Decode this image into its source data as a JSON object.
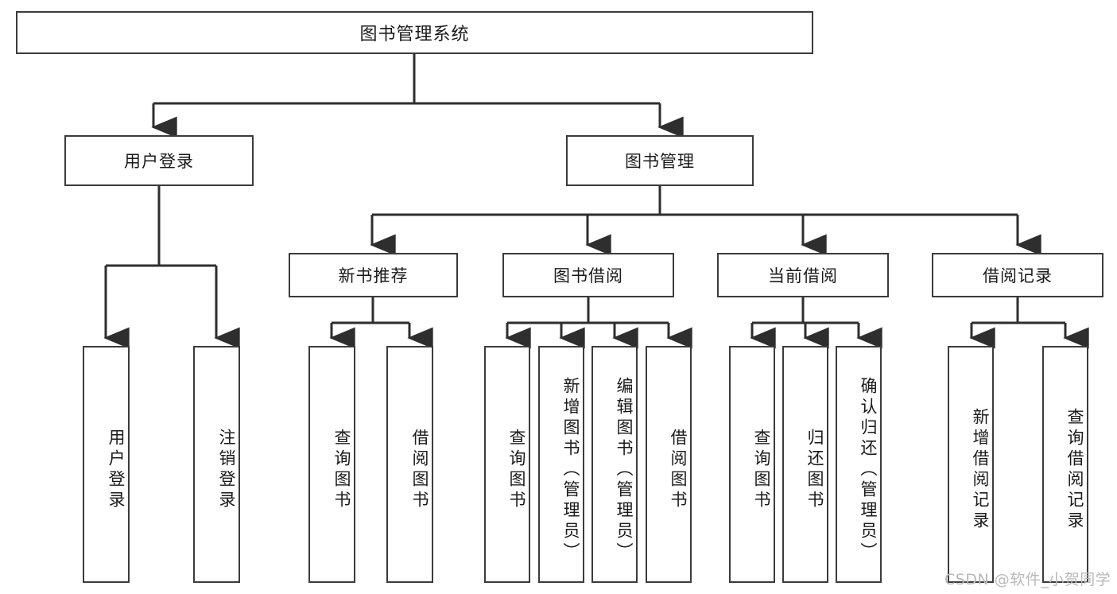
{
  "diagram": {
    "title": "图书管理系统",
    "type": "tree-hierarchy-diagram",
    "root": {
      "id": "root",
      "label": "图书管理系统"
    },
    "level2": [
      {
        "id": "user-login",
        "label": "用户登录"
      },
      {
        "id": "book-manage",
        "label": "图书管理"
      }
    ],
    "level3": [
      {
        "id": "new-book-recommend",
        "label": "新书推荐",
        "parent": "book-manage"
      },
      {
        "id": "book-borrow",
        "label": "图书借阅",
        "parent": "book-manage"
      },
      {
        "id": "current-borrow",
        "label": "当前借阅",
        "parent": "book-manage"
      },
      {
        "id": "borrow-record",
        "label": "借阅记录",
        "parent": "book-manage"
      }
    ],
    "leaves": [
      {
        "id": "leaf-user-login",
        "label": "用户登录",
        "parent": "user-login"
      },
      {
        "id": "leaf-logout-login",
        "label": "注销登录",
        "parent": "user-login"
      },
      {
        "id": "leaf-query-book-1",
        "label": "查询图书",
        "parent": "new-book-recommend"
      },
      {
        "id": "leaf-borrow-book-1",
        "label": "借阅图书",
        "parent": "new-book-recommend"
      },
      {
        "id": "leaf-query-book-2",
        "label": "查询图书",
        "parent": "book-borrow"
      },
      {
        "id": "leaf-add-book",
        "label": "新增图书（管理员）",
        "parent": "book-borrow"
      },
      {
        "id": "leaf-edit-book",
        "label": "编辑图书（管理员）",
        "parent": "book-borrow"
      },
      {
        "id": "leaf-borrow-book-2",
        "label": "借阅图书",
        "parent": "book-borrow"
      },
      {
        "id": "leaf-query-book-3",
        "label": "查询图书",
        "parent": "current-borrow"
      },
      {
        "id": "leaf-return-book",
        "label": "归还图书",
        "parent": "current-borrow"
      },
      {
        "id": "leaf-confirm-return",
        "label": "确认归还（管理员）",
        "parent": "current-borrow"
      },
      {
        "id": "leaf-add-record",
        "label": "新增借阅记录",
        "parent": "borrow-record"
      },
      {
        "id": "leaf-query-record",
        "label": "查询借阅记录",
        "parent": "borrow-record"
      }
    ],
    "watermark": "CSDN @软件_小贺同学",
    "colors": {
      "stroke": "#3b3b3b",
      "fill": "#ffffff",
      "text": "#1a1a1a",
      "watermark": "#b9b9b9"
    }
  }
}
